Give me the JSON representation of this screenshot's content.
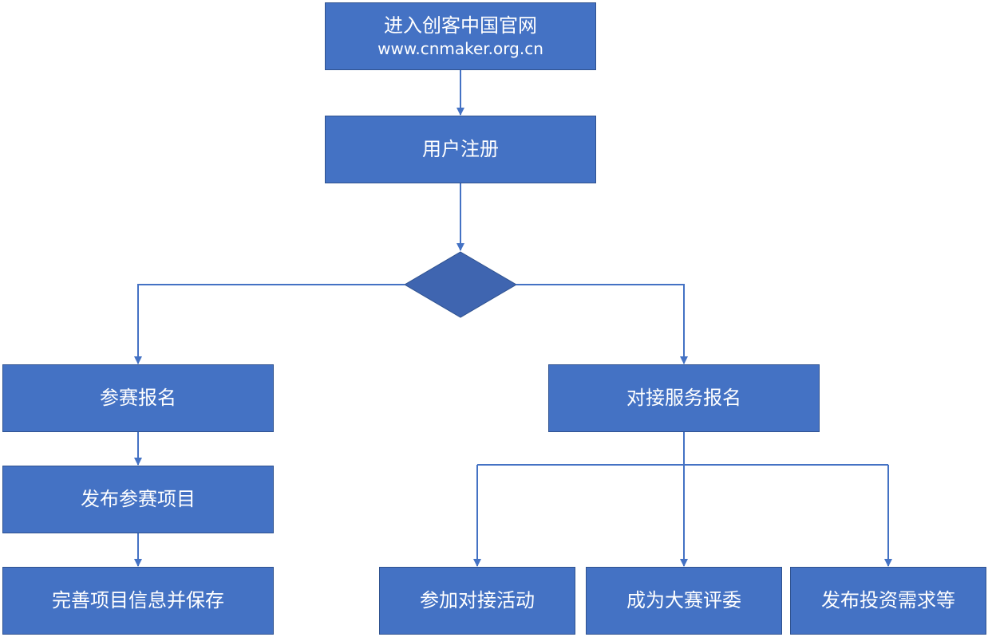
{
  "nodes": {
    "start": {
      "line1": "进入创客中国官网",
      "line2": "www.cnmaker.org.cn"
    },
    "register": {
      "label": "用户注册"
    },
    "decision": {
      "label": ""
    },
    "competition_signup": {
      "label": "参赛报名"
    },
    "publish_project": {
      "label": "发布参赛项目"
    },
    "complete_info": {
      "label": "完善项目信息并保存"
    },
    "service_signup": {
      "label": "对接服务报名"
    },
    "join_activity": {
      "label": "参加对接活动"
    },
    "become_judge": {
      "label": "成为大赛评委"
    },
    "publish_investment": {
      "label": "发布投资需求等"
    }
  },
  "colors": {
    "box_fill": "#4472C4",
    "box_border": "#2F528F",
    "decision_fill": "#3F65B0",
    "connector": "#4472C4",
    "text": "#FFFFFF"
  }
}
